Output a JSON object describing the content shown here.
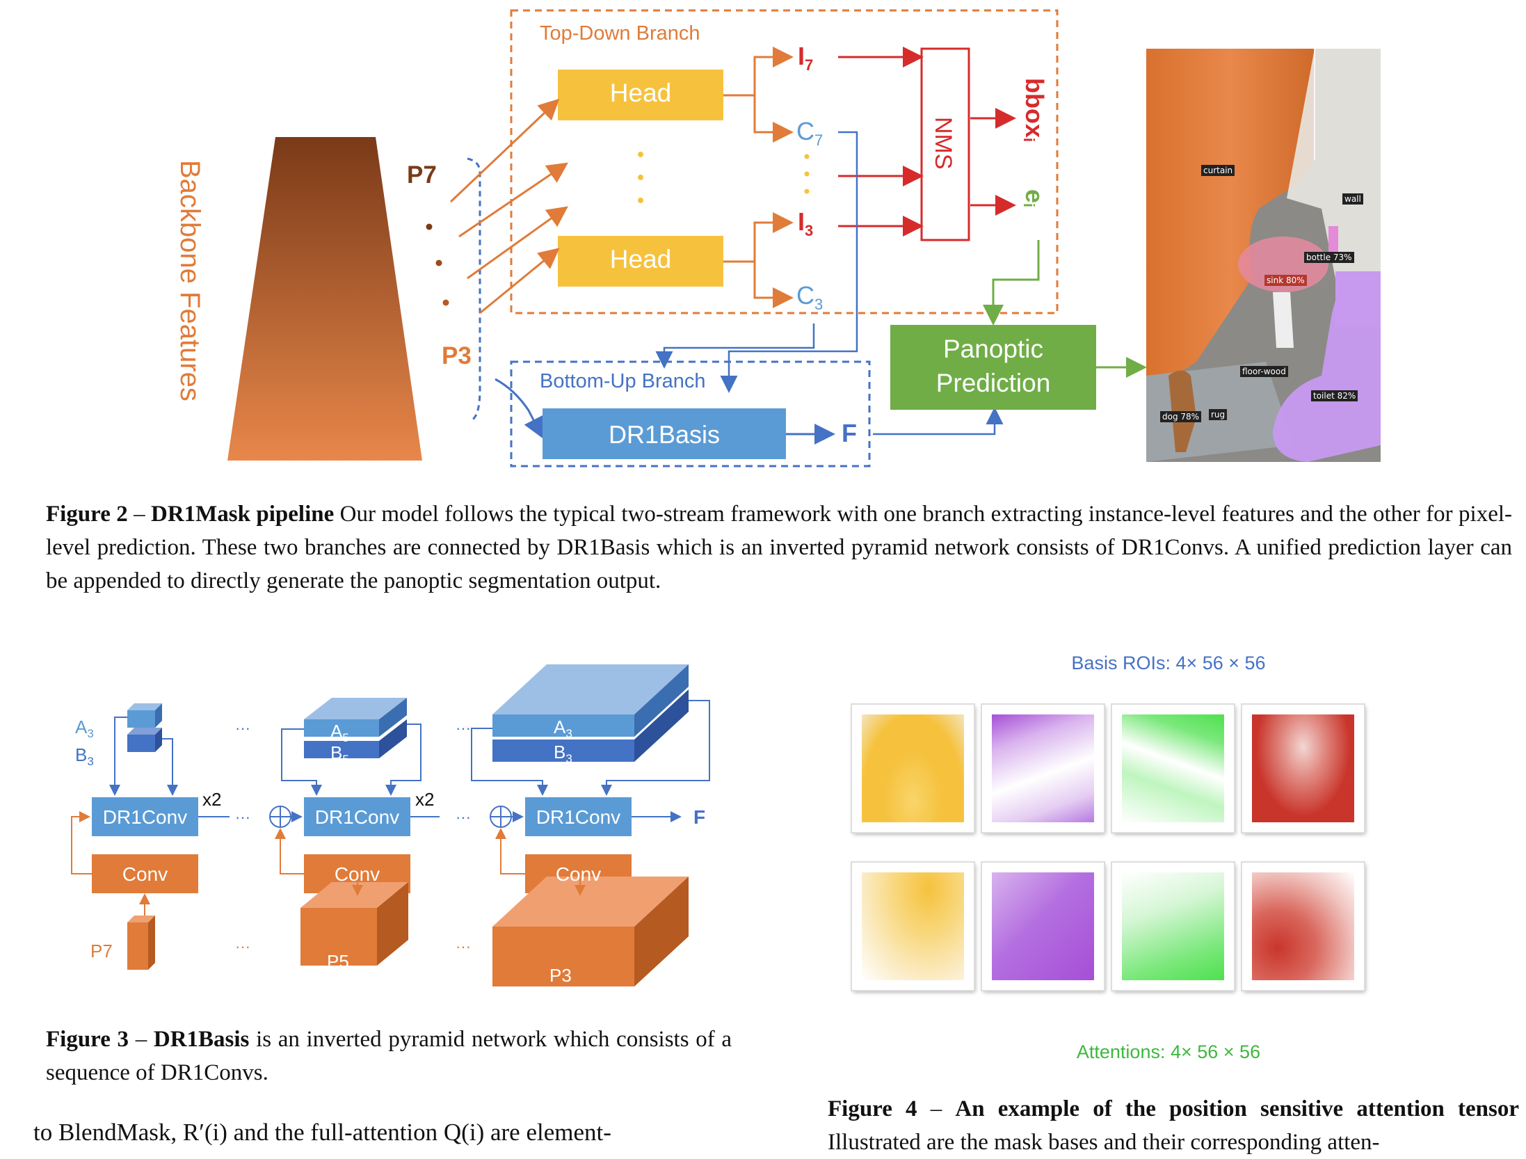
{
  "figure2": {
    "top_down_label": "Top-Down Branch",
    "bottom_up_label": "Bottom-Up Branch",
    "backbone_label": "Backbone Features",
    "p7": "P7",
    "p3": "P3",
    "head_label": "Head",
    "i7": "I",
    "i7_sub": "7",
    "c7": "C",
    "c7_sub": "7",
    "i3": "I",
    "i3_sub": "3",
    "c3": "C",
    "c3_sub": "3",
    "nms": "NMS",
    "bbox": "bbox",
    "bbox_sub": "i",
    "e": "e",
    "e_sub": "i",
    "panoptic_line1": "Panoptic",
    "panoptic_line2": "Prediction",
    "dr1basis": "DR1Basis",
    "f": "F",
    "photo_labels": {
      "curtain": "curtain",
      "wall": "wall",
      "bottle": "bottle 73%",
      "sink": "sink 80%",
      "floor": "floor-wood",
      "toilet": "toilet 82%",
      "dog": "dog 78%",
      "rug": "rug"
    },
    "caption_title": "Figure 2",
    "caption_dash": " – ",
    "caption_bold": "DR1Mask pipeline",
    "caption_text": " Our model follows the typical two-stream framework with one branch extracting instance-level features and the other for pixel-level prediction. These two branches are connected by DR1Basis which is an inverted pyramid network consists of DR1Convs. A unified prediction layer can be appended to directly generate the panoptic segmentation output."
  },
  "figure3": {
    "a3": "A",
    "a3_sub": "3",
    "b3": "B",
    "b3_sub": "3",
    "a5": "A",
    "a5_sub": "5",
    "b5": "B",
    "b5_sub": "5",
    "dr1conv": "DR1Conv",
    "conv": "Conv",
    "x2": "x2",
    "ellipsis": "···",
    "f": "F",
    "p7": "P7",
    "p5": "P5",
    "p3": "P3",
    "caption_title": "Figure 3",
    "caption_dash": " – ",
    "caption_bold": "DR1Basis",
    "caption_text": " is an inverted pyramid network which consists of a sequence of DR1Convs."
  },
  "figure4": {
    "basis_label": "Basis ROIs: 4× 56 × 56",
    "attention_label": "Attentions: 4× 56 × 56",
    "caption_title": "Figure 4",
    "caption_dash": " – ",
    "caption_bold": "An example of the position sensitive attention tensor",
    "caption_text": " Illustrated are the mask bases and their corresponding atten-",
    "colors": [
      "#f6c23e",
      "#a64fd6",
      "#4fe04f",
      "#c9352b"
    ]
  },
  "body_text": {
    "line": "to BlendMask, R′(i) and the full-attention Q(i) are element-"
  },
  "colors": {
    "orange": "#e07b39",
    "blue": "#4472c4",
    "lightblue": "#5b9bd5",
    "yellow": "#f6c23e",
    "red": "#d62b2b",
    "green": "#70ad47"
  }
}
